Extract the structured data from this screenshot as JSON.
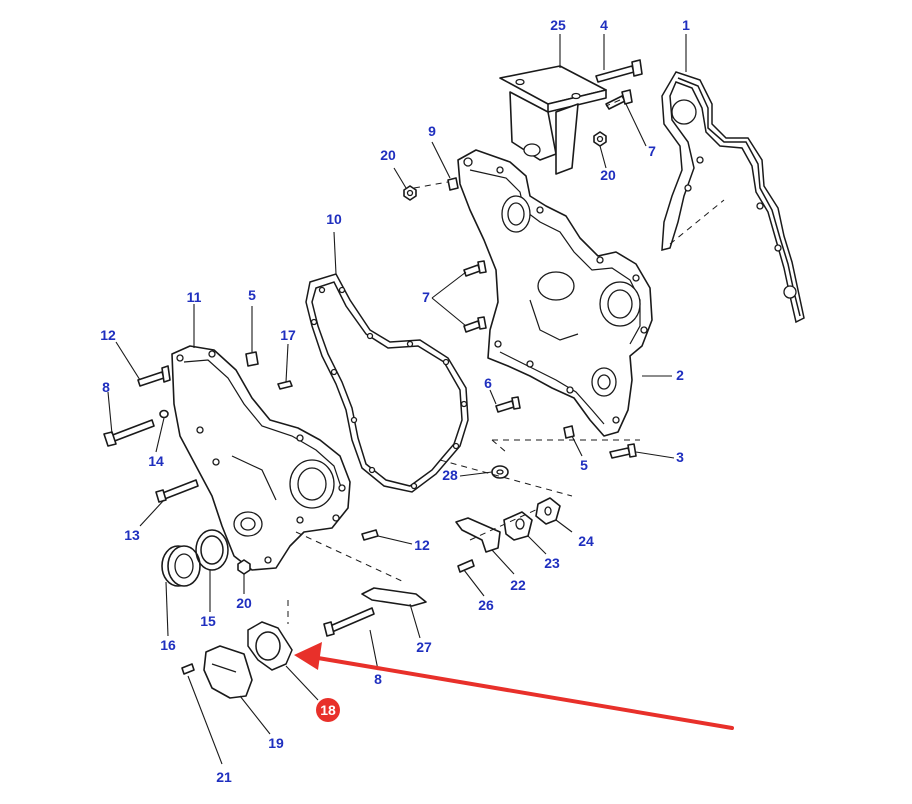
{
  "colors": {
    "label": "#1f2fbf",
    "line": "#1a1a1a",
    "highlight": "#e8302a"
  },
  "labels": [
    {
      "id": "p1",
      "text": "1"
    },
    {
      "id": "p2",
      "text": "2"
    },
    {
      "id": "p3",
      "text": "3"
    },
    {
      "id": "p4",
      "text": "4"
    },
    {
      "id": "p5a",
      "text": "5"
    },
    {
      "id": "p5b",
      "text": "5"
    },
    {
      "id": "p6",
      "text": "6"
    },
    {
      "id": "p7a",
      "text": "7"
    },
    {
      "id": "p7b",
      "text": "7"
    },
    {
      "id": "p8a",
      "text": "8"
    },
    {
      "id": "p8b",
      "text": "8"
    },
    {
      "id": "p9",
      "text": "9"
    },
    {
      "id": "p10",
      "text": "10"
    },
    {
      "id": "p11",
      "text": "11"
    },
    {
      "id": "p12a",
      "text": "12"
    },
    {
      "id": "p12b",
      "text": "12"
    },
    {
      "id": "p13",
      "text": "13"
    },
    {
      "id": "p14",
      "text": "14"
    },
    {
      "id": "p15",
      "text": "15"
    },
    {
      "id": "p16",
      "text": "16"
    },
    {
      "id": "p17",
      "text": "17"
    },
    {
      "id": "p18",
      "text": "18"
    },
    {
      "id": "p19",
      "text": "19"
    },
    {
      "id": "p20a",
      "text": "20"
    },
    {
      "id": "p20b",
      "text": "20"
    },
    {
      "id": "p20c",
      "text": "20"
    },
    {
      "id": "p21",
      "text": "21"
    },
    {
      "id": "p22",
      "text": "22"
    },
    {
      "id": "p23",
      "text": "23"
    },
    {
      "id": "p24",
      "text": "24"
    },
    {
      "id": "p25",
      "text": "25"
    },
    {
      "id": "p26",
      "text": "26"
    },
    {
      "id": "p27",
      "text": "27"
    },
    {
      "id": "p28",
      "text": "28"
    }
  ],
  "highlight_label": "18"
}
